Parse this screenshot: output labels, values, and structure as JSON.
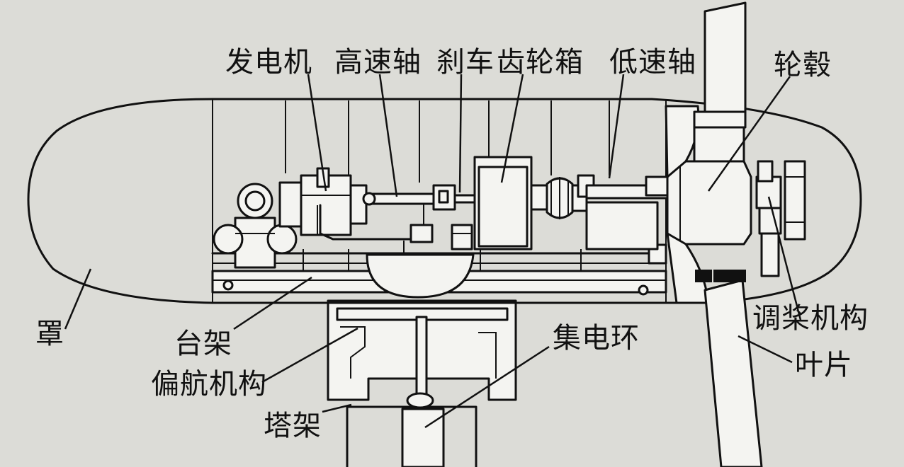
{
  "labels": {
    "generator": "发电机",
    "high_speed_shaft": "高速轴",
    "brake": "刹车",
    "gearbox": "齿轮箱",
    "low_speed_shaft": "低速轴",
    "hub": "轮毂",
    "cover": "罩",
    "bedplate": "台架",
    "yaw_mechanism": "偏航机构",
    "tower": "塔架",
    "slip_ring": "集电环",
    "pitch_mechanism": "调桨机构",
    "blade": "叶片"
  },
  "colors": {
    "background": "#dcdcd7",
    "line": "#111111",
    "fill": "#f4f4f1"
  }
}
